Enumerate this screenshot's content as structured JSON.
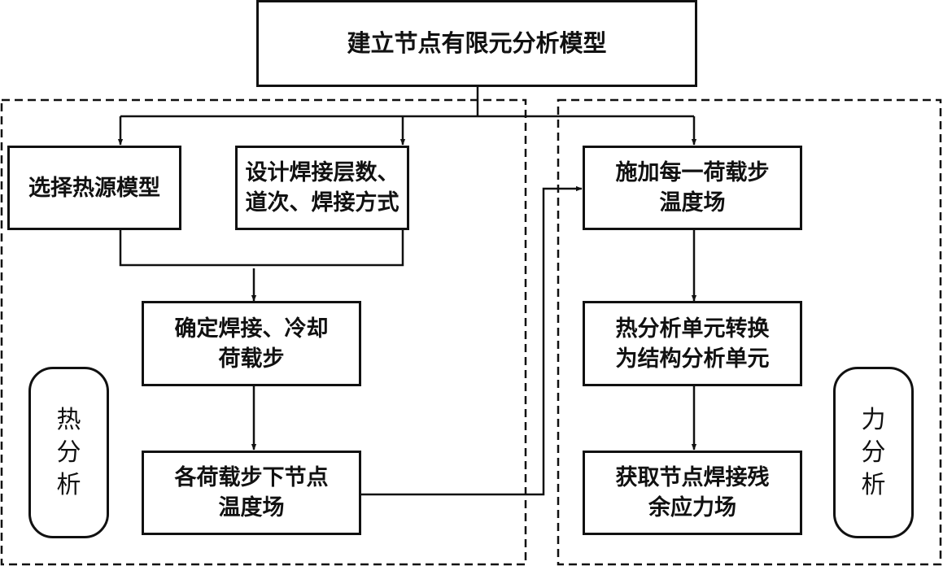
{
  "diagram": {
    "type": "flowchart",
    "colors": {
      "stroke": "#111111",
      "background": "#ffffff"
    },
    "nodes": {
      "root": {
        "label": "建立节点有限元分析模型"
      },
      "heat_source": {
        "label": "选择热源模型"
      },
      "weld_design": {
        "label": "设计焊接层数、\n道次、焊接方式"
      },
      "load_steps": {
        "label": "确定焊接、冷却\n荷载步"
      },
      "temp_field": {
        "label": "各荷载步下节点\n温度场"
      },
      "apply_temp": {
        "label": "施加每一荷载步\n温度场"
      },
      "convert_units": {
        "label": "热分析单元转换\n为结构分析单元"
      },
      "residual_stress": {
        "label": "获取节点焊接残\n余应力场"
      }
    },
    "groups": {
      "thermal": {
        "label": "热分析"
      },
      "mechanical": {
        "label": "力分析"
      }
    },
    "edges": [
      {
        "from": "root",
        "to": "heat_source"
      },
      {
        "from": "root",
        "to": "weld_design"
      },
      {
        "from": "root",
        "to": "apply_temp"
      },
      {
        "from": "heat_source",
        "to": "load_steps"
      },
      {
        "from": "weld_design",
        "to": "load_steps"
      },
      {
        "from": "load_steps",
        "to": "temp_field"
      },
      {
        "from": "temp_field",
        "to": "apply_temp"
      },
      {
        "from": "apply_temp",
        "to": "convert_units"
      },
      {
        "from": "convert_units",
        "to": "residual_stress"
      }
    ]
  }
}
